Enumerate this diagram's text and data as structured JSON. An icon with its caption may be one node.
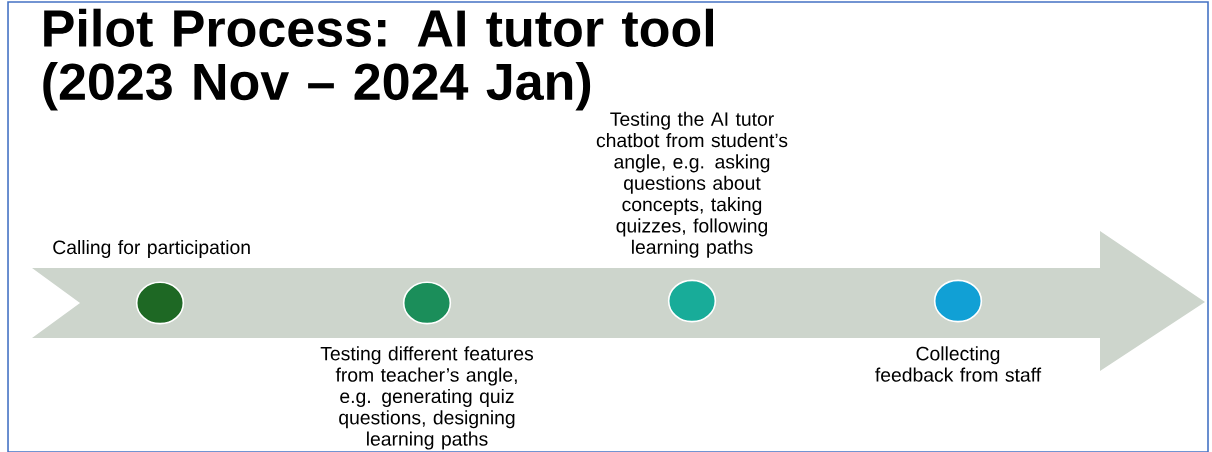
{
  "diagram": {
    "title": "Pilot Process: AI tutor tool (2023 Nov – 2024 Jan)",
    "nodes": [
      {
        "text": [],
        "shape": "circle",
        "beside": [
          "Calling for participation"
        ]
      },
      {
        "text": [],
        "shape": "circle",
        "beside": [
          "Testing different features from teacher’s angle, e.g. generating quiz questions, designing learning paths"
        ]
      },
      {
        "text": [],
        "shape": "circle",
        "beside": [
          "Testing the AI tutor chatbot from student’s angle, e.g. asking questions about concepts, taking quizzes, following learning paths"
        ]
      },
      {
        "text": [],
        "shape": "circle",
        "beside": [
          "Collecting feedback from staff"
        ]
      }
    ]
  }
}
